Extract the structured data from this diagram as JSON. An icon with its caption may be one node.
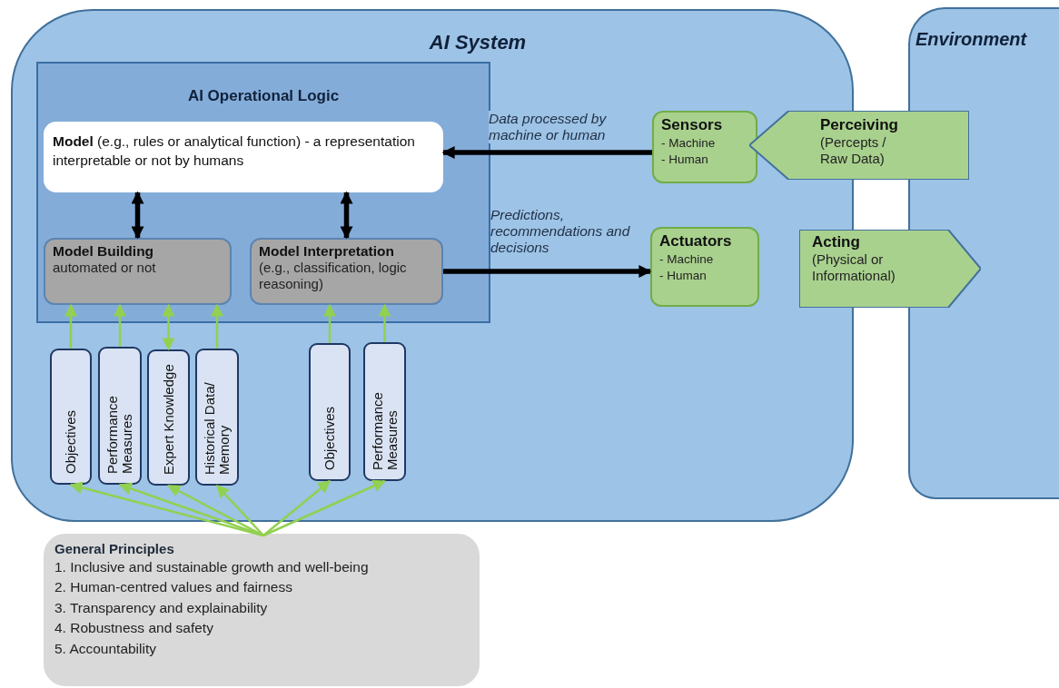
{
  "diagram": {
    "nodes": [
      {
        "text": [
          "AI System"
        ]
      },
      {
        "text": [
          "Environment"
        ]
      },
      {
        "text": [
          "AI Operational Logic"
        ],
        "in": 0
      },
      {
        "text": [
          "**Model** (e.g., rules or analytical function) - a representation interpretable or not by humans"
        ],
        "in": 2
      },
      {
        "text": [
          "Model Building",
          "automated or not"
        ],
        "in": 2
      },
      {
        "text": [
          "Model Interpretation",
          "(e.g., classification, logic reasoning)"
        ],
        "in": 2
      },
      {
        "text": [
          "Sensors",
          "- Machine",
          "- Human"
        ],
        "in": 0
      },
      {
        "text": [
          "Actuators",
          "- Machine",
          "- Human"
        ],
        "in": 0
      },
      {
        "text": [
          "Perceiving",
          "(Percepts / Raw Data)"
        ]
      },
      {
        "text": [
          "Acting",
          "(Physical or Informational)"
        ]
      },
      {
        "text": [
          "Objectives"
        ],
        "in": 0
      },
      {
        "text": [
          "Performance Measures"
        ],
        "in": 0
      },
      {
        "text": [
          "Expert Knowledge"
        ],
        "in": 0
      },
      {
        "text": [
          "Historical Data/ Memory"
        ],
        "in": 0
      },
      {
        "text": [
          "Objectives"
        ],
        "in": 0
      },
      {
        "text": [
          "Performance Measures"
        ],
        "in": 0
      },
      {
        "text": [
          "General Principles",
          "1. Inclusive and sustainable growth and well-being",
          "2. Human-centred values and fairness",
          "3. Transparency and explainability",
          "4. Robustness and safety",
          "5. Accountability"
        ]
      }
    ],
    "edges": [
      {
        "from": 6,
        "to": 3,
        "arrow": "to",
        "label": "Data processed by machine or human",
        "style": "thick",
        "color": "#000000"
      },
      {
        "from": 5,
        "to": 7,
        "arrow": "to",
        "label": "Predictions, recommendations and decisions",
        "style": "thick",
        "color": "#000000"
      },
      {
        "from": 3,
        "to": 4,
        "arrow": "both",
        "style": "thick",
        "color": "#000000"
      },
      {
        "from": 3,
        "to": 5,
        "arrow": "both",
        "style": "thick",
        "color": "#000000"
      },
      {
        "from": 10,
        "to": 4,
        "arrow": "to"
      },
      {
        "from": 11,
        "to": 4,
        "arrow": "to"
      },
      {
        "from": 12,
        "to": 4,
        "arrow": "both"
      },
      {
        "from": 13,
        "to": 4,
        "arrow": "to"
      },
      {
        "from": 14,
        "to": 5,
        "arrow": "to"
      },
      {
        "from": 15,
        "to": 5,
        "arrow": "to"
      },
      {
        "from": 16,
        "to": 10,
        "arrow": "to"
      },
      {
        "from": 16,
        "to": 11,
        "arrow": "to"
      },
      {
        "from": 16,
        "to": 12,
        "arrow": "to"
      },
      {
        "from": 16,
        "to": 13,
        "arrow": "to"
      },
      {
        "from": 16,
        "to": 14,
        "arrow": "to"
      },
      {
        "from": 16,
        "to": 15,
        "arrow": "to"
      }
    ]
  }
}
